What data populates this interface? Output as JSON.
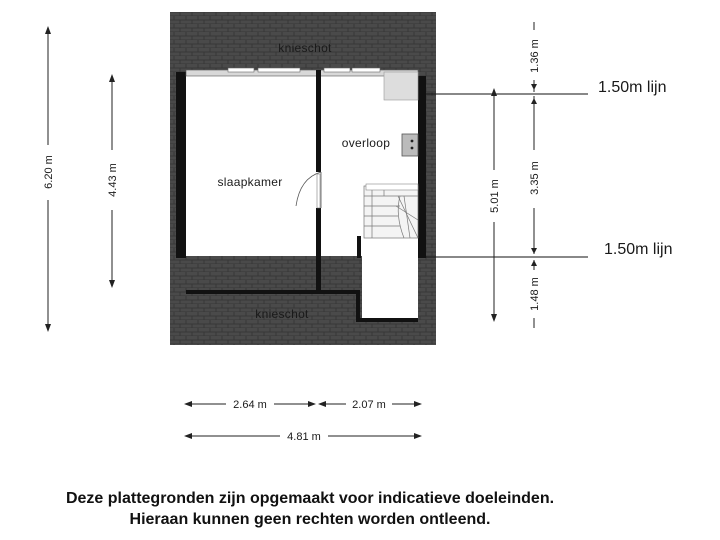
{
  "rooms": {
    "top_knieschot": "knieschot",
    "bottom_knieschot": "knieschot",
    "slaapkamer": "slaapkamer",
    "overloop": "overloop"
  },
  "lines": {
    "upper_lijn": "1.50m lijn",
    "lower_lijn": "1.50m lijn"
  },
  "dimensions": {
    "total_depth": "6.20 m",
    "slaapkamer_depth": "4.43 m",
    "overloop_depth": "5.01 m",
    "right_top": "1.36 m",
    "right_middle": "3.35 m",
    "right_bottom": "1.48 m",
    "width_left": "2.64 m",
    "width_right": "2.07 m",
    "width_total": "4.81 m"
  },
  "disclaimer": {
    "line1": "Deze plattegronden zijn opgemaakt voor indicatieve doeleinden.",
    "line2": "Hieraan kunnen geen rechten worden ontleend."
  },
  "colors": {
    "roof": "#4a4a4a",
    "roof_tile_line": "#333333",
    "wall": "#111111",
    "floor": "#ffffff",
    "dimension_line": "#222222"
  }
}
